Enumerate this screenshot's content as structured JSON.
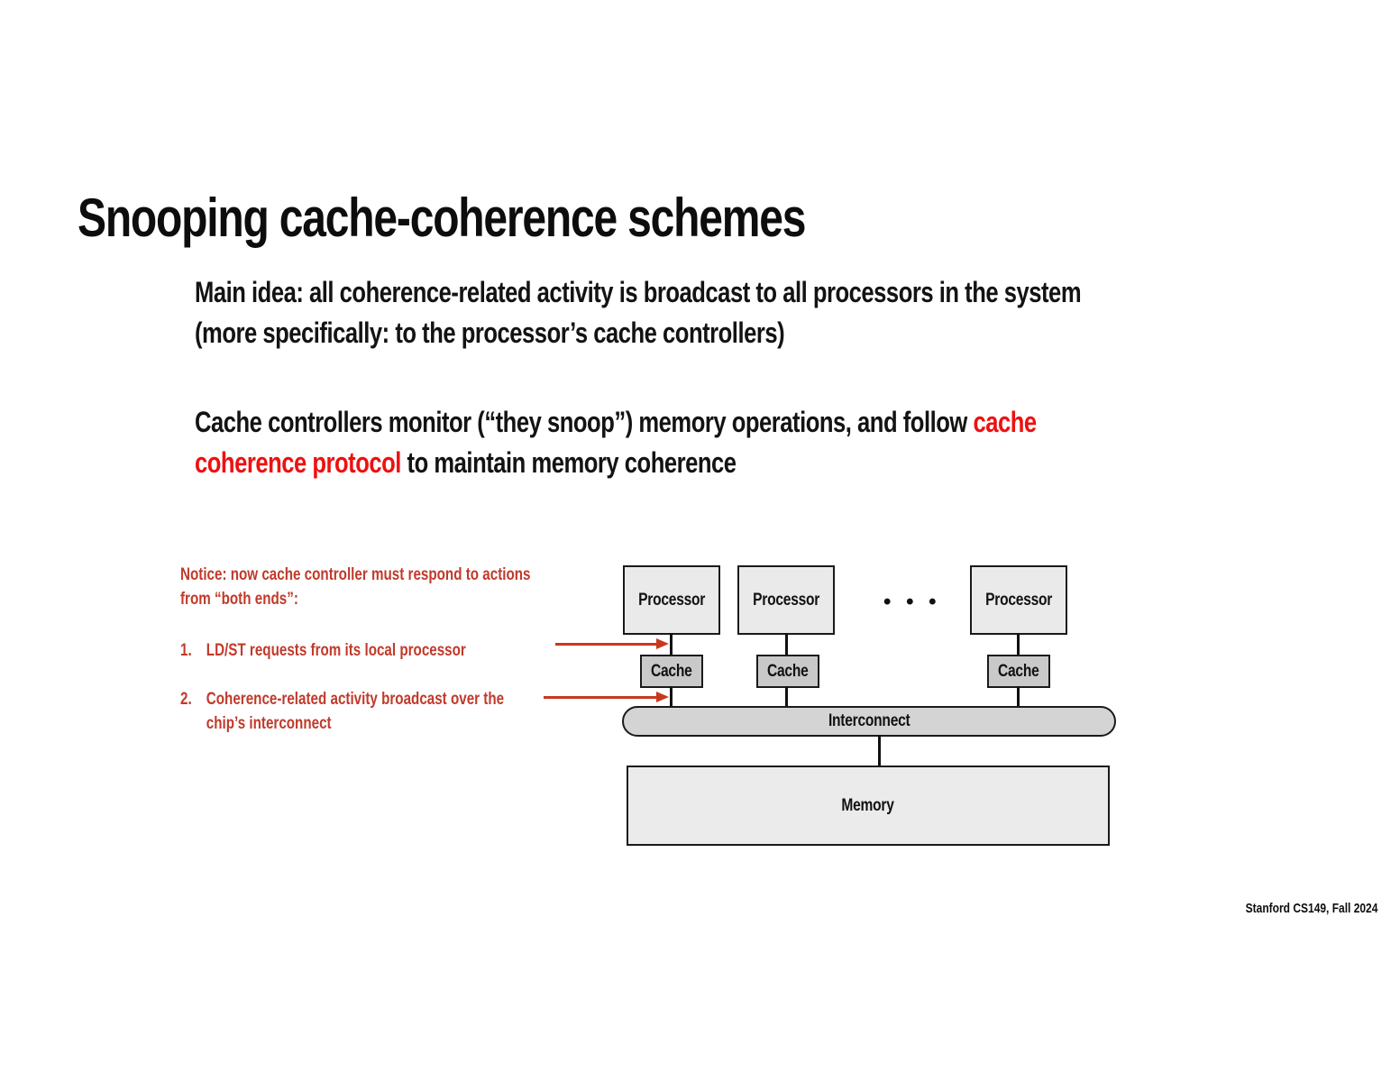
{
  "colors": {
    "title_text": "#0d0d0d",
    "body_text": "#131313",
    "highlight_red": "#ed1111",
    "note_red": "#c03a2b",
    "arrow_red": "#c8381f",
    "box_border": "#1a1a1a",
    "processor_fill": "#eaeaea",
    "cache_fill": "#c9c9c9",
    "interconnect_fill": "#d4d4d4",
    "memory_fill": "#ebebeb"
  },
  "title": "Snooping cache-coherence schemes",
  "paragraphs": {
    "main_idea_line1": "Main idea: all coherence-related activity is broadcast to all processors in the system",
    "main_idea_line2": "(more specifically: to the processor’s cache controllers)",
    "snoop_line1_black": "Cache controllers monitor (“they snoop”) memory operations, and follow ",
    "snoop_line1_red": "cache",
    "snoop_line2_red": "coherence protocol",
    "snoop_line2_black": " to maintain memory coherence"
  },
  "notice": {
    "heading": "Notice: now cache controller must respond to actions\nfrom “both ends”:",
    "items": [
      {
        "number": "1.",
        "text": "LD/ST requests from its local processor"
      },
      {
        "number": "2.",
        "text": "Coherence-related activity broadcast  over the\nchip’s interconnect"
      }
    ]
  },
  "diagram": {
    "processor_label": "Processor",
    "cache_label": "Cache",
    "interconnect_label": "Interconnect",
    "memory_label": "Memory",
    "ellipsis": "• • •"
  },
  "footer": "Stanford CS149, Fall 2024"
}
